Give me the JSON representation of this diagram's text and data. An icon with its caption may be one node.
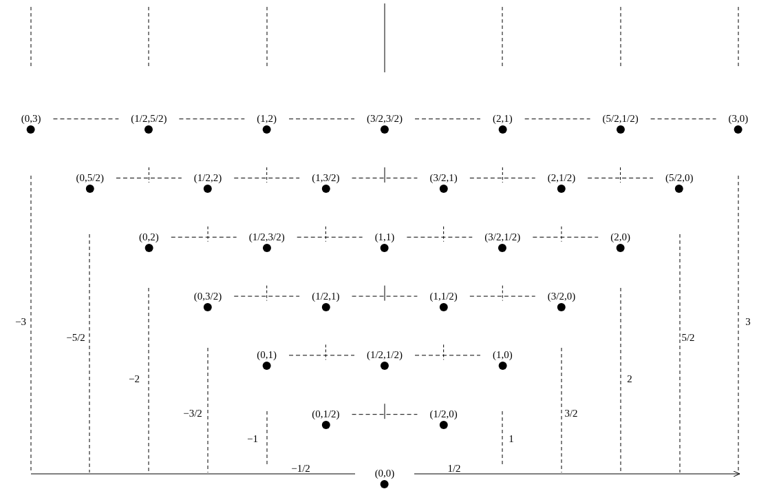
{
  "diagram": {
    "nodes": [
      {
        "text": [
          "(0,3)"
        ]
      },
      {
        "text": [
          "(1/2,5/2)"
        ]
      },
      {
        "text": [
          "(1,2)"
        ]
      },
      {
        "text": [
          "(3/2,3/2)"
        ]
      },
      {
        "text": [
          "(2,1)"
        ]
      },
      {
        "text": [
          "(5/2,1/2)"
        ]
      },
      {
        "text": [
          "(3,0)"
        ]
      },
      {
        "text": [
          "(0,5/2)"
        ]
      },
      {
        "text": [
          "(1/2,2)"
        ]
      },
      {
        "text": [
          "(1,3/2)"
        ]
      },
      {
        "text": [
          "(3/2,1)"
        ]
      },
      {
        "text": [
          "(2,1/2)"
        ]
      },
      {
        "text": [
          "(5/2,0)"
        ]
      },
      {
        "text": [
          "(0,2)"
        ]
      },
      {
        "text": [
          "(1/2,3/2)"
        ]
      },
      {
        "text": [
          "(1,1)"
        ]
      },
      {
        "text": [
          "(3/2,1/2)"
        ]
      },
      {
        "text": [
          "(2,0)"
        ]
      },
      {
        "text": [
          "(0,3/2)"
        ]
      },
      {
        "text": [
          "(1/2,1)"
        ]
      },
      {
        "text": [
          "(1,1/2)"
        ]
      },
      {
        "text": [
          "(3/2,0)"
        ]
      },
      {
        "text": [
          "(0,1)"
        ]
      },
      {
        "text": [
          "(1/2,1/2)"
        ]
      },
      {
        "text": [
          "(1,0)"
        ]
      },
      {
        "text": [
          "(0,1/2)"
        ]
      },
      {
        "text": [
          "(1/2,0)"
        ]
      },
      {
        "text": [
          "(0,0)"
        ]
      }
    ],
    "edges": [
      {
        "from": 0,
        "to": 1,
        "arrow": "none",
        "style": "dashed"
      },
      {
        "from": 1,
        "to": 2,
        "arrow": "none",
        "style": "dashed"
      },
      {
        "from": 2,
        "to": 3,
        "arrow": "none",
        "style": "dashed"
      },
      {
        "from": 3,
        "to": 4,
        "arrow": "none",
        "style": "dashed"
      },
      {
        "from": 4,
        "to": 5,
        "arrow": "none",
        "style": "dashed"
      },
      {
        "from": 5,
        "to": 6,
        "arrow": "none",
        "style": "dashed"
      },
      {
        "from": 7,
        "to": 8,
        "arrow": "none",
        "style": "dashed"
      },
      {
        "from": 8,
        "to": 9,
        "arrow": "none",
        "style": "dashed"
      },
      {
        "from": 9,
        "to": 10,
        "arrow": "none",
        "style": "dashed"
      },
      {
        "from": 10,
        "to": 11,
        "arrow": "none",
        "style": "dashed"
      },
      {
        "from": 11,
        "to": 12,
        "arrow": "none",
        "style": "dashed"
      },
      {
        "from": 13,
        "to": 14,
        "arrow": "none",
        "style": "dashed"
      },
      {
        "from": 14,
        "to": 15,
        "arrow": "none",
        "style": "dashed"
      },
      {
        "from": 15,
        "to": 16,
        "arrow": "none",
        "style": "dashed"
      },
      {
        "from": 16,
        "to": 17,
        "arrow": "none",
        "style": "dashed"
      },
      {
        "from": 18,
        "to": 19,
        "arrow": "none",
        "style": "dashed"
      },
      {
        "from": 19,
        "to": 20,
        "arrow": "none",
        "style": "dashed"
      },
      {
        "from": 20,
        "to": 21,
        "arrow": "none",
        "style": "dashed"
      },
      {
        "from": 22,
        "to": 23,
        "arrow": "none",
        "style": "dashed"
      },
      {
        "from": 23,
        "to": 24,
        "arrow": "none",
        "style": "dashed"
      },
      {
        "from": 25,
        "to": 26,
        "arrow": "none",
        "style": "dashed"
      }
    ],
    "labels": [
      "−3",
      "−5/2",
      "−2",
      "−3/2",
      "−1",
      "−1/2",
      "1/2",
      "1",
      "3/2",
      "2",
      "5/2",
      "3"
    ]
  }
}
